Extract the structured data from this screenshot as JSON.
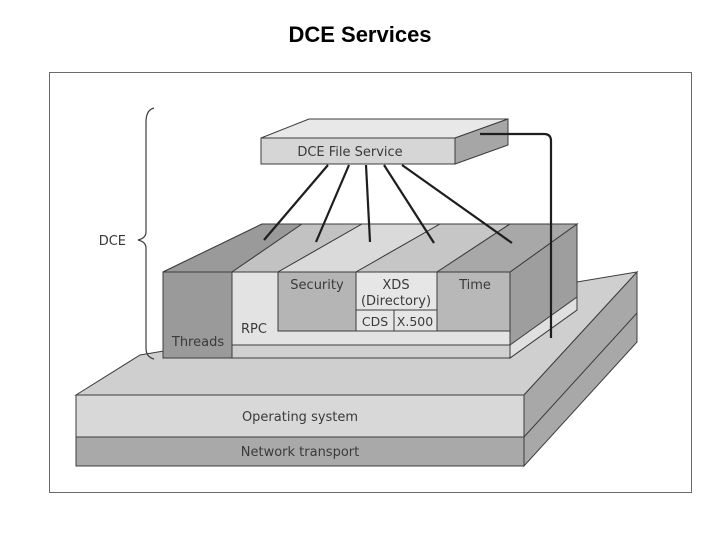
{
  "title": "DCE Services",
  "labels": {
    "dce": "DCE",
    "file_service": "DCE File Service",
    "threads": "Threads",
    "rpc": "RPC",
    "security": "Security",
    "xds_line1": "XDS",
    "xds_line2": "(Directory)",
    "time": "Time",
    "cds": "CDS",
    "x500": "X.500",
    "operating_system": "Operating system",
    "network_transport": "Network transport"
  },
  "colors": {
    "dark_gray": "#9a9a9a",
    "mid_gray": "#b8b8b8",
    "light_gray": "#d4d4d4",
    "lighter_gray": "#e3e3e3",
    "outline": "#3c3c3c"
  }
}
